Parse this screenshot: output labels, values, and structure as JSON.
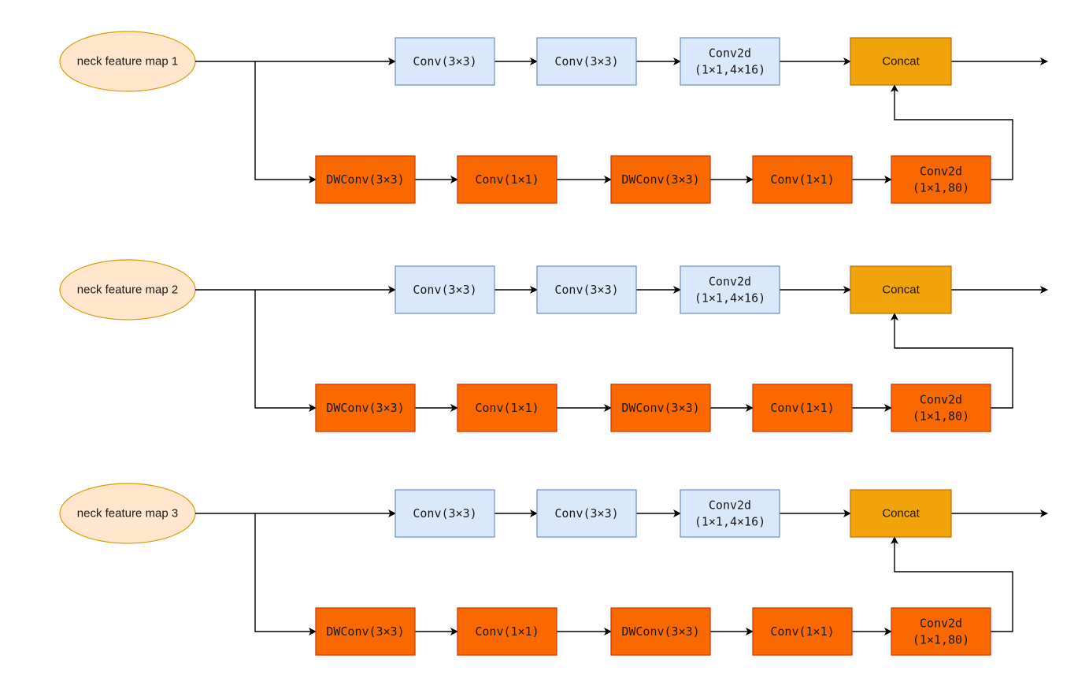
{
  "colors": {
    "input_fill": "#ffe6cc",
    "input_stroke": "#d79b00",
    "blue_fill": "#dae8fc",
    "blue_stroke": "#6c8ebf",
    "orange_fill": "#fa6800",
    "orange_stroke": "#c73500",
    "concat_fill": "#f0a30a",
    "concat_stroke": "#bd7000",
    "arrow": "#000000"
  },
  "rows": [
    {
      "input": "neck feature map 1",
      "top_branch": [
        {
          "lines": [
            "Conv(3×3)"
          ]
        },
        {
          "lines": [
            "Conv(3×3)"
          ]
        },
        {
          "lines": [
            "Conv2d",
            "(1×1,4×16)"
          ]
        }
      ],
      "concat": "Concat",
      "bottom_branch": [
        {
          "lines": [
            "DWConv(3×3)"
          ]
        },
        {
          "lines": [
            "Conv(1×1)"
          ]
        },
        {
          "lines": [
            "DWConv(3×3)"
          ]
        },
        {
          "lines": [
            "Conv(1×1)"
          ]
        },
        {
          "lines": [
            "Conv2d",
            "(1×1,80)"
          ]
        }
      ]
    },
    {
      "input": "neck feature map 2",
      "top_branch": [
        {
          "lines": [
            "Conv(3×3)"
          ]
        },
        {
          "lines": [
            "Conv(3×3)"
          ]
        },
        {
          "lines": [
            "Conv2d",
            "(1×1,4×16)"
          ]
        }
      ],
      "concat": "Concat",
      "bottom_branch": [
        {
          "lines": [
            "DWConv(3×3)"
          ]
        },
        {
          "lines": [
            "Conv(1×1)"
          ]
        },
        {
          "lines": [
            "DWConv(3×3)"
          ]
        },
        {
          "lines": [
            "Conv(1×1)"
          ]
        },
        {
          "lines": [
            "Conv2d",
            "(1×1,80)"
          ]
        }
      ]
    },
    {
      "input": "neck feature map 3",
      "top_branch": [
        {
          "lines": [
            "Conv(3×3)"
          ]
        },
        {
          "lines": [
            "Conv(3×3)"
          ]
        },
        {
          "lines": [
            "Conv2d",
            "(1×1,4×16)"
          ]
        }
      ],
      "concat": "Concat",
      "bottom_branch": [
        {
          "lines": [
            "DWConv(3×3)"
          ]
        },
        {
          "lines": [
            "Conv(1×1)"
          ]
        },
        {
          "lines": [
            "DWConv(3×3)"
          ]
        },
        {
          "lines": [
            "Conv(1×1)"
          ]
        },
        {
          "lines": [
            "Conv2d",
            "(1×1,80)"
          ]
        }
      ]
    }
  ]
}
